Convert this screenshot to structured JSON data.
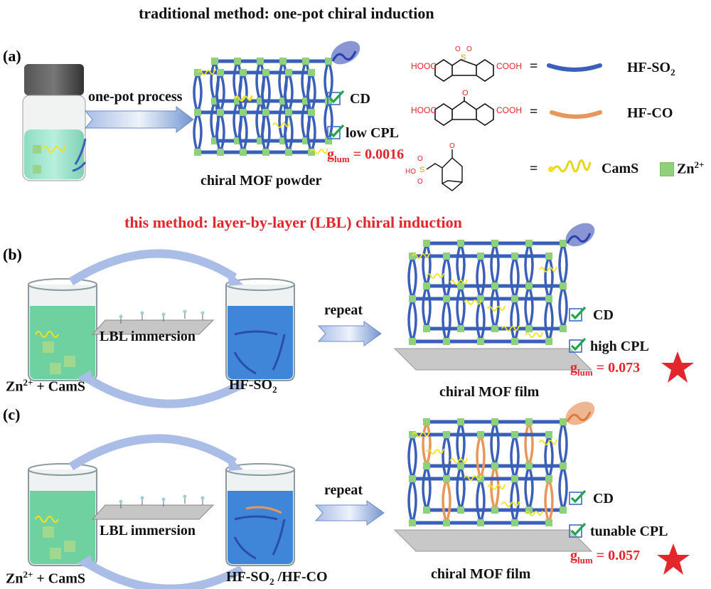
{
  "header": {
    "traditional_title": "traditional method: one-pot chiral induction",
    "this_method_prefix": "this method",
    "this_method_rest": ": layer-by-layer (LBL) chiral induction"
  },
  "panel_a": {
    "label": "(a)",
    "arrow_label": "one-pot process",
    "product_label": "chiral MOF powder",
    "checks": [
      "CD",
      "low CPL"
    ],
    "glum_symbol": "g",
    "glum_sub": "lum",
    "glum_value": "= 0.0016"
  },
  "legend": {
    "items": [
      {
        "formula_left": "HOOC",
        "formula_right": "COOH",
        "heteroatom": "S",
        "bridge": "SO2",
        "name_main": "HF-SO",
        "name_sub": "2",
        "color": "#3a5fb8"
      },
      {
        "formula_left": "HOOC",
        "formula_right": "COOH",
        "heteroatom": "O",
        "bridge": "C=O",
        "name_main": "HF-CO",
        "name_sub": "",
        "color": "#e8965a"
      },
      {
        "formula_left": "HO",
        "heteroatom": "S",
        "name_main": "CamS",
        "color": "#f2e21c"
      },
      {
        "name_main": "Zn",
        "name_sup": "2+",
        "color": "#8fd07a"
      }
    ],
    "equals": "="
  },
  "panel_b": {
    "label": "(b)",
    "beaker_left_label_main": "Zn",
    "beaker_left_label_sup": "2+",
    "beaker_left_label_rest": " +  CamS",
    "beaker_right_label_main": "HF-SO",
    "beaker_right_label_sub": "2",
    "immersion_label": "LBL immersion",
    "arrow_label": "repeat",
    "product_label": "chiral MOF film",
    "checks": [
      "CD",
      "high CPL"
    ],
    "glum_symbol": "g",
    "glum_sub": "lum",
    "glum_value": "= 0.073"
  },
  "panel_c": {
    "label": "(c)",
    "beaker_left_label_main": "Zn",
    "beaker_left_label_sup": "2+",
    "beaker_left_label_rest": " +  CamS",
    "beaker_right_label_main": "HF-SO",
    "beaker_right_label_sub": "2",
    "beaker_right_label_rest": " /HF-CO",
    "immersion_label": "LBL immersion",
    "arrow_label": "repeat",
    "product_label": "chiral MOF film",
    "checks": [
      "CD",
      "tunable CPL"
    ],
    "glum_symbol": "g",
    "glum_sub": "lum",
    "glum_value": "= 0.057"
  },
  "colors": {
    "accent_red": "#e3262b",
    "check_green": "#1ea64a",
    "checkbox_blue": "#3d6cc4",
    "linker_blue": "#3a5fb8",
    "linker_orange": "#e8965a",
    "zn_green": "#8fd07a",
    "cams_yellow": "#f2e21c"
  }
}
